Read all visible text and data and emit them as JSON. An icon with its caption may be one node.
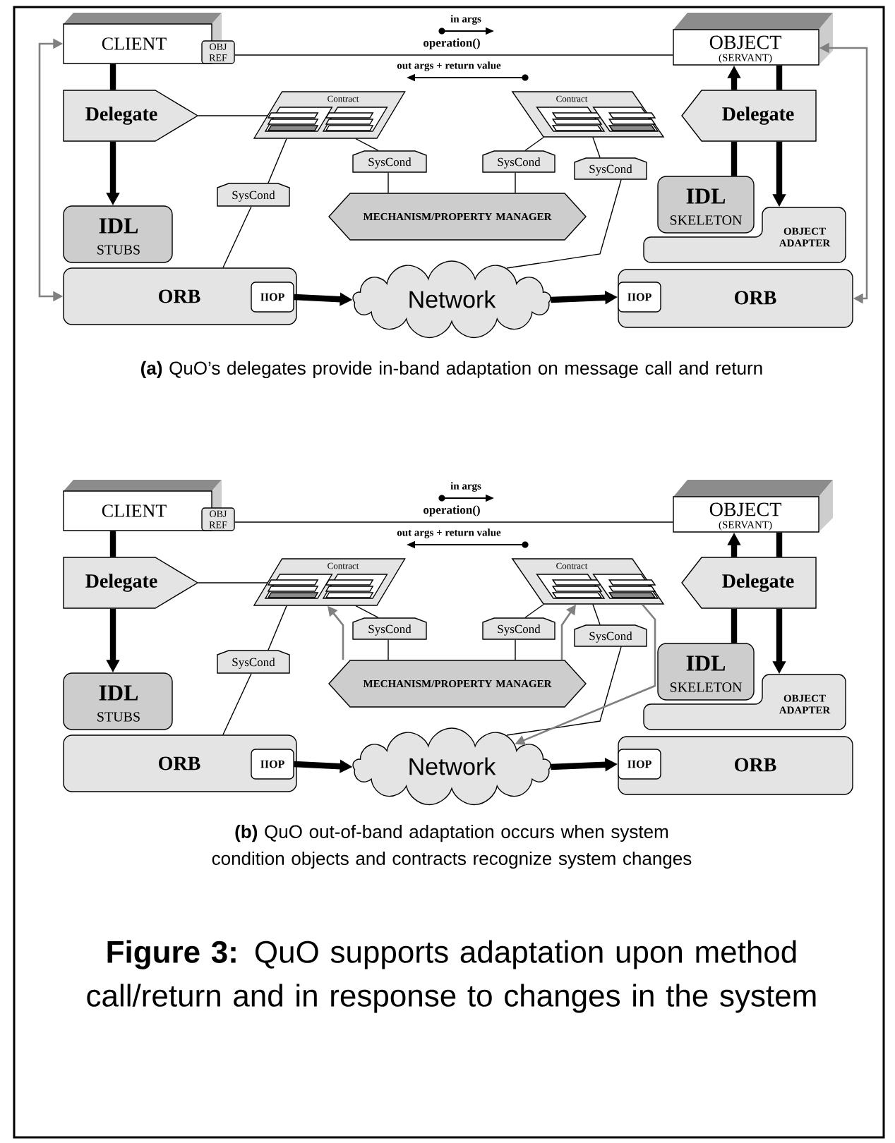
{
  "diagram": {
    "caption": "**Figure 3:** QuO supports adaptation upon method call/return and in response to changes in the system",
    "nodes": [
      {
        "text": [
          "CLIENT"
        ]
      },
      {
        "text": [
          "OBJ REF"
        ]
      },
      {
        "text": [
          "OBJECT",
          "(SERVANT)"
        ]
      },
      {
        "text": [
          "Delegate"
        ]
      },
      {
        "text": [
          "Delegate"
        ]
      },
      {
        "text": [
          "Contract"
        ]
      },
      {
        "text": [
          "Contract"
        ]
      },
      {
        "text": [
          "SysCond"
        ]
      },
      {
        "text": [
          "SysCond"
        ]
      },
      {
        "text": [
          "SysCond"
        ]
      },
      {
        "text": [
          "SysCond"
        ]
      },
      {
        "text": [
          "MECHANISM/PROPERTY MANAGER"
        ]
      },
      {
        "text": [
          "IDL",
          "STUBS"
        ]
      },
      {
        "text": [
          "IDL",
          "SKELETON"
        ]
      },
      {
        "text": [
          "OBJECT ADAPTER"
        ]
      },
      {
        "text": [
          "ORB"
        ]
      },
      {
        "text": [
          "IIOP"
        ],
        "in": 15
      },
      {
        "text": [
          "Network"
        ]
      },
      {
        "text": [
          "ORB"
        ]
      },
      {
        "text": [
          "IIOP"
        ],
        "in": 18
      },
      {
        "text": [
          "CLIENT"
        ]
      },
      {
        "text": [
          "OBJ REF"
        ]
      },
      {
        "text": [
          "OBJECT",
          "(SERVANT)"
        ]
      },
      {
        "text": [
          "Delegate"
        ]
      },
      {
        "text": [
          "Delegate"
        ]
      },
      {
        "text": [
          "Contract"
        ]
      },
      {
        "text": [
          "Contract"
        ]
      },
      {
        "text": [
          "SysCond"
        ]
      },
      {
        "text": [
          "SysCond"
        ]
      },
      {
        "text": [
          "SysCond"
        ]
      },
      {
        "text": [
          "SysCond"
        ]
      },
      {
        "text": [
          "MECHANISM/PROPERTY MANAGER"
        ]
      },
      {
        "text": [
          "IDL",
          "STUBS"
        ]
      },
      {
        "text": [
          "IDL",
          "SKELETON"
        ]
      },
      {
        "text": [
          "OBJECT ADAPTER"
        ]
      },
      {
        "text": [
          "ORB"
        ]
      },
      {
        "text": [
          "IIOP"
        ],
        "in": 35
      },
      {
        "text": [
          "Network"
        ]
      },
      {
        "text": [
          "ORB"
        ]
      },
      {
        "text": [
          "IIOP"
        ],
        "in": 38
      }
    ],
    "edges": [
      {
        "from": 1,
        "to": 2,
        "arrow": "none",
        "label": "operation()"
      },
      {
        "from": 0,
        "to": 3,
        "arrow": "none",
        "style": "thick"
      },
      {
        "from": 3,
        "to": 12,
        "arrow": "to",
        "style": "thick"
      },
      {
        "from": 3,
        "to": 5,
        "arrow": "none"
      },
      {
        "from": 5,
        "to": 7,
        "arrow": "none"
      },
      {
        "from": 7,
        "to": 11,
        "arrow": "none"
      },
      {
        "from": 5,
        "to": 8,
        "arrow": "none"
      },
      {
        "from": 8,
        "to": 15,
        "arrow": "none"
      },
      {
        "from": 6,
        "to": 9,
        "arrow": "none"
      },
      {
        "from": 9,
        "to": 11,
        "arrow": "none"
      },
      {
        "from": 6,
        "to": 10,
        "arrow": "none"
      },
      {
        "from": 10,
        "to": 17,
        "arrow": "none"
      },
      {
        "from": 13,
        "to": 4,
        "arrow": "none",
        "style": "thick"
      },
      {
        "from": 4,
        "to": 2,
        "arrow": "to",
        "style": "thick"
      },
      {
        "from": 2,
        "to": 4,
        "arrow": "none",
        "style": "thick"
      },
      {
        "from": 4,
        "to": 14,
        "arrow": "to",
        "style": "thick"
      },
      {
        "from": 16,
        "to": 17,
        "arrow": "to",
        "style": "thick"
      },
      {
        "from": 17,
        "to": 19,
        "arrow": "to",
        "style": "thick"
      },
      {
        "from": 0,
        "to": 15,
        "arrow": "both",
        "color": "#808080"
      },
      {
        "from": 2,
        "to": 18,
        "arrow": "both",
        "color": "#808080"
      },
      {
        "from": 21,
        "to": 22,
        "arrow": "none",
        "label": "operation()"
      },
      {
        "from": 20,
        "to": 23,
        "arrow": "none",
        "style": "thick"
      },
      {
        "from": 23,
        "to": 32,
        "arrow": "to",
        "style": "thick"
      },
      {
        "from": 23,
        "to": 25,
        "arrow": "none"
      },
      {
        "from": 25,
        "to": 27,
        "arrow": "none"
      },
      {
        "from": 27,
        "to": 31,
        "arrow": "none"
      },
      {
        "from": 25,
        "to": 28,
        "arrow": "none"
      },
      {
        "from": 28,
        "to": 35,
        "arrow": "none"
      },
      {
        "from": 26,
        "to": 29,
        "arrow": "none"
      },
      {
        "from": 29,
        "to": 31,
        "arrow": "none"
      },
      {
        "from": 26,
        "to": 30,
        "arrow": "none"
      },
      {
        "from": 30,
        "to": 37,
        "arrow": "none"
      },
      {
        "from": 33,
        "to": 24,
        "arrow": "none",
        "style": "thick"
      },
      {
        "from": 24,
        "to": 22,
        "arrow": "to",
        "style": "thick"
      },
      {
        "from": 22,
        "to": 24,
        "arrow": "none",
        "style": "thick"
      },
      {
        "from": 24,
        "to": 34,
        "arrow": "to",
        "style": "thick"
      },
      {
        "from": 36,
        "to": 37,
        "arrow": "to",
        "style": "thick"
      },
      {
        "from": 37,
        "to": 39,
        "arrow": "to",
        "style": "thick"
      },
      {
        "from": 31,
        "to": 25,
        "arrow": "to",
        "color": "#808080"
      },
      {
        "from": 31,
        "to": 26,
        "arrow": "to",
        "color": "#808080"
      },
      {
        "from": 26,
        "to": 37,
        "arrow": "to",
        "color": "#808080"
      }
    ],
    "labels": [
      "in args",
      "out args + return value",
      "**(a)** QuO’s delegates provide in-band adaptation on message call and return",
      "in args",
      "out args + return value",
      "**(b)** QuO out-of-band adaptation occurs when system condition objects and contracts recognize system changes"
    ]
  }
}
